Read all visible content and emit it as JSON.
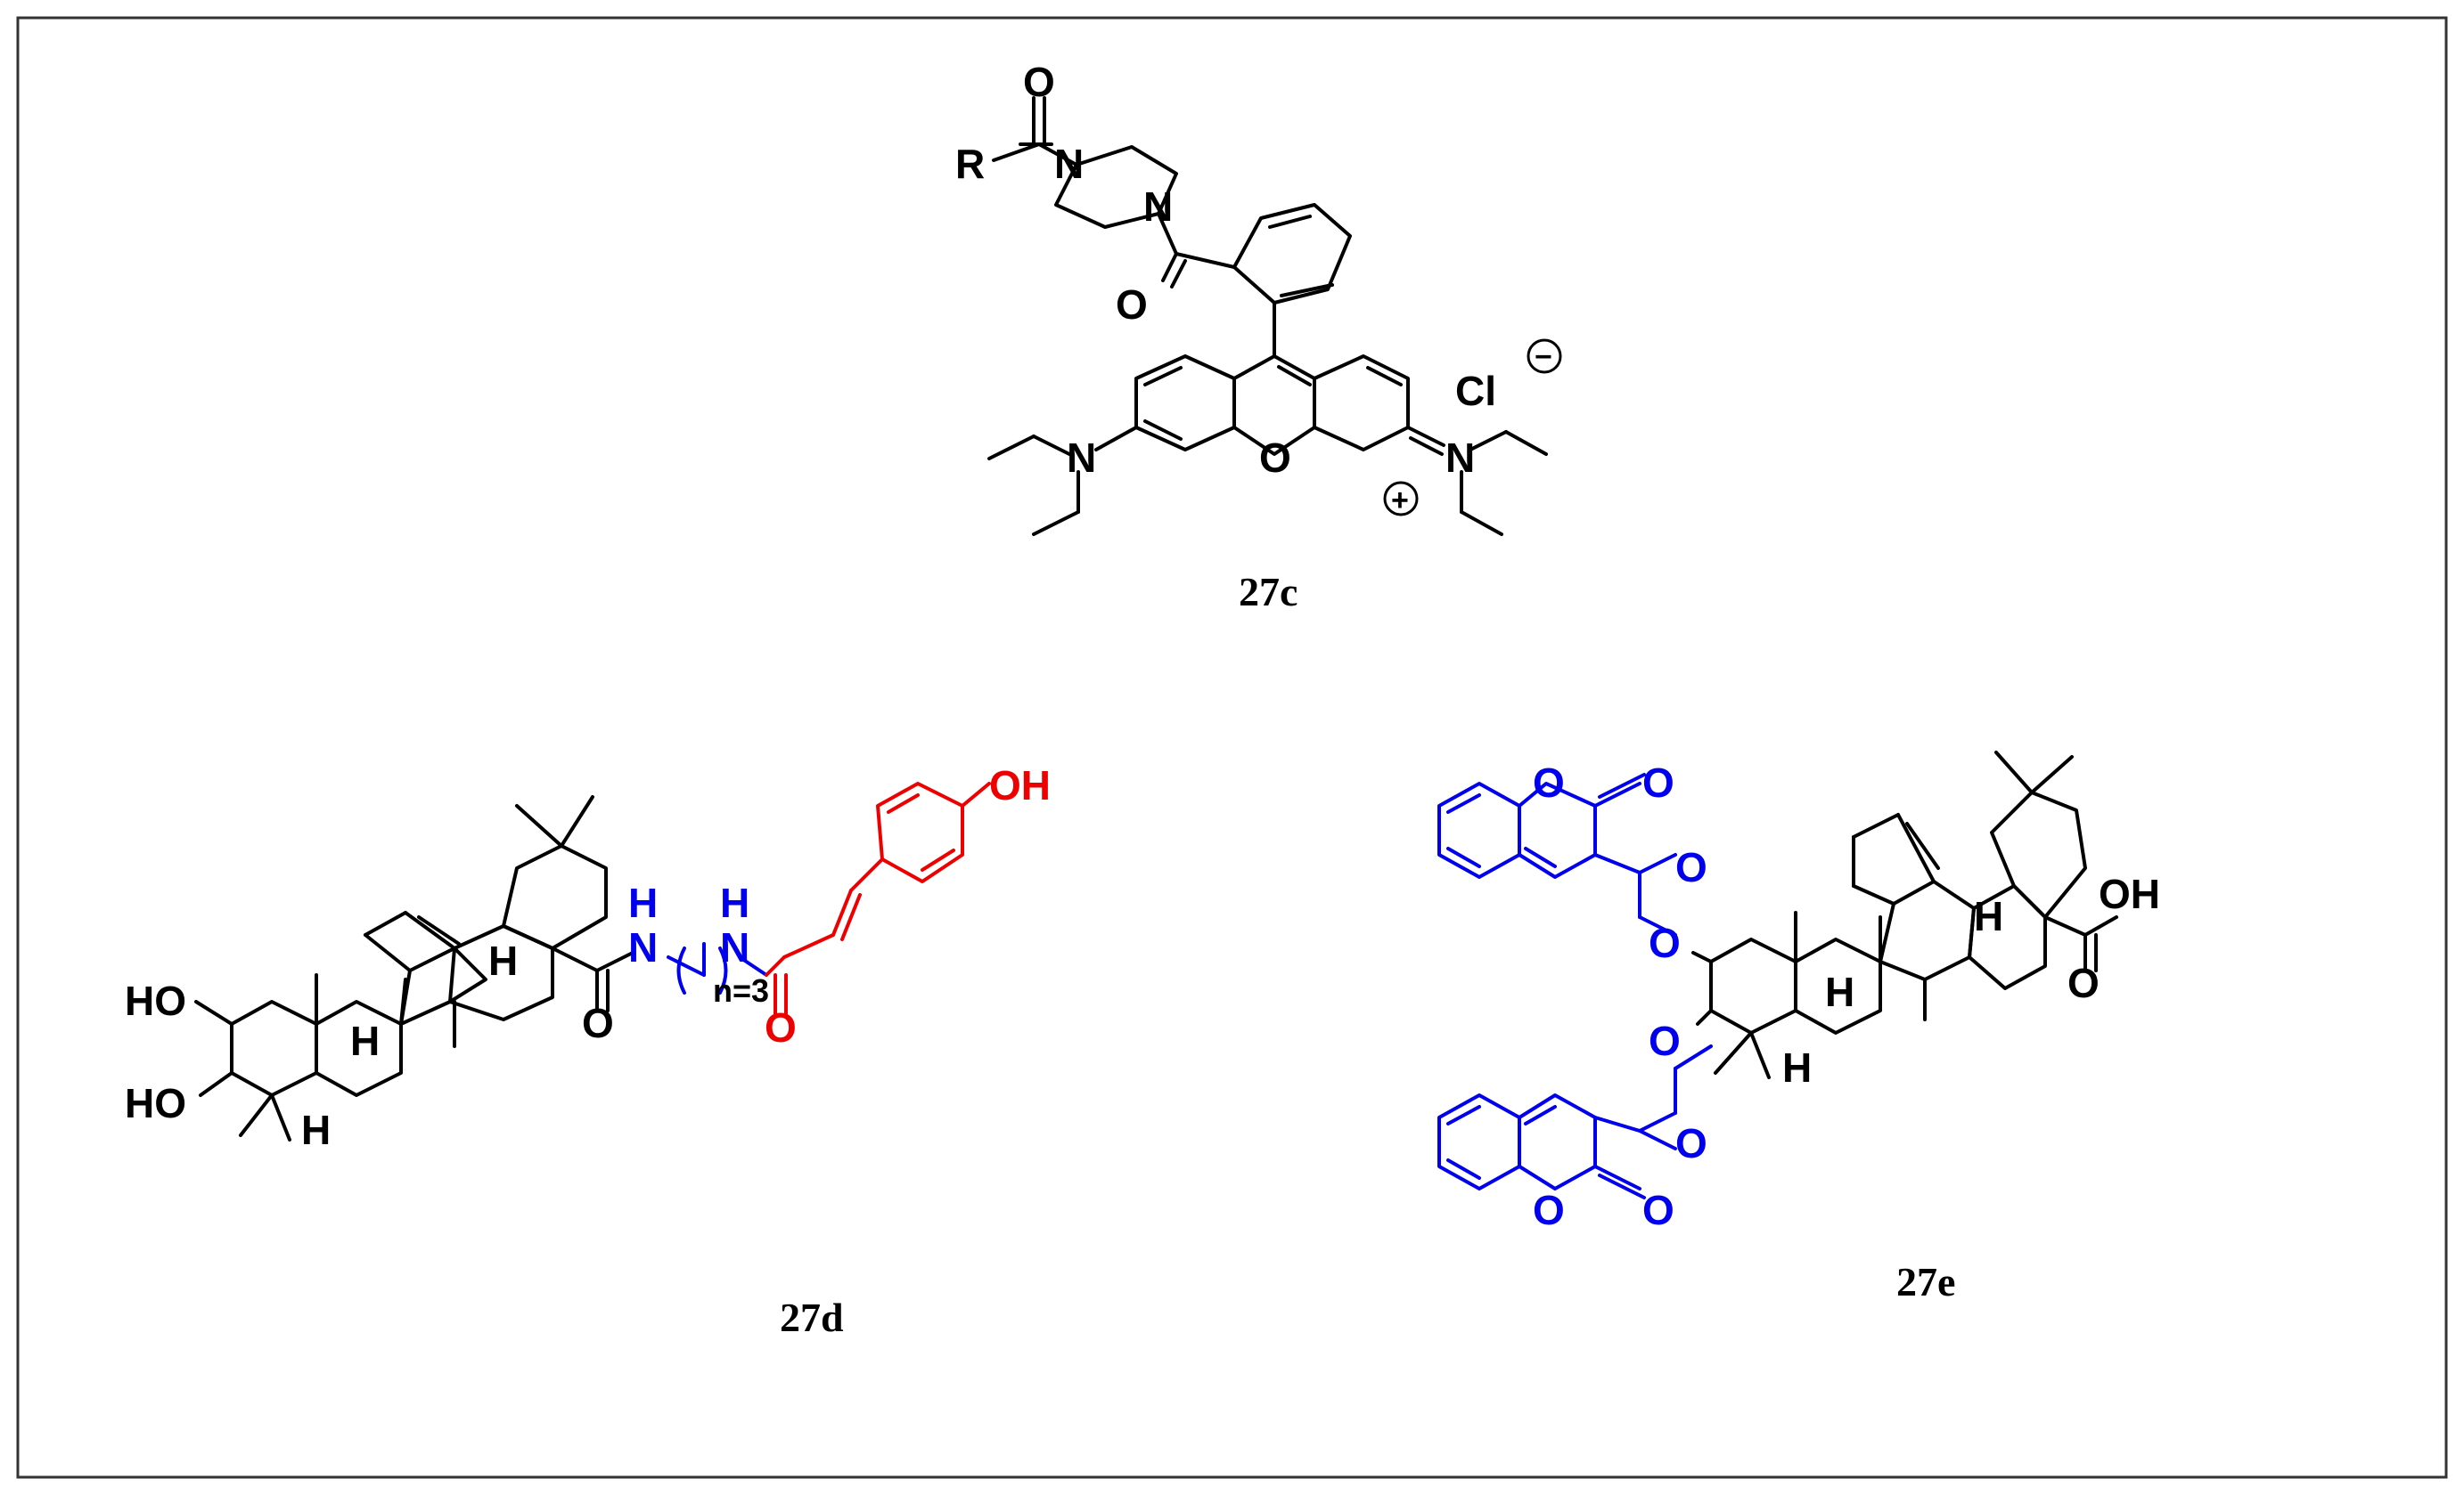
{
  "colors": {
    "black": "#000000",
    "blue": "#0000ee",
    "red": "#ee0000",
    "frame": "#333333"
  },
  "compounds": [
    {
      "id": "27c",
      "caption": "27c",
      "labels": {
        "R": "R",
        "O_top": "O",
        "N1": "N",
        "N2": "N",
        "O_amide": "O",
        "N_left": "N",
        "O_ring": "O",
        "N_right": "N",
        "plus": "+",
        "Cl": "Cl",
        "minus": "−"
      }
    },
    {
      "id": "27d",
      "caption": "27d",
      "labels": {
        "HO_upper": "HO",
        "HO_lower": "HO",
        "H1": "H",
        "H2": "H",
        "H3": "H",
        "O_amide": "O",
        "N_H1": "H",
        "N1": "N",
        "N_H2": "H",
        "N2": "N",
        "n": "n=3",
        "O_red": "O",
        "OH": "OH"
      }
    },
    {
      "id": "27e",
      "caption": "27e",
      "labels": {
        "O_c1_ring": "O",
        "O_c1_carbonyl": "O",
        "O_ester1": "O",
        "O_ester1_link": "O",
        "O_ester2_link": "O",
        "O_ester2": "O",
        "O_c2_ring": "O",
        "O_c2_carbonyl": "O",
        "H1": "H",
        "H2": "H",
        "H3": "H",
        "OH": "OH",
        "O_acid": "O"
      }
    }
  ]
}
